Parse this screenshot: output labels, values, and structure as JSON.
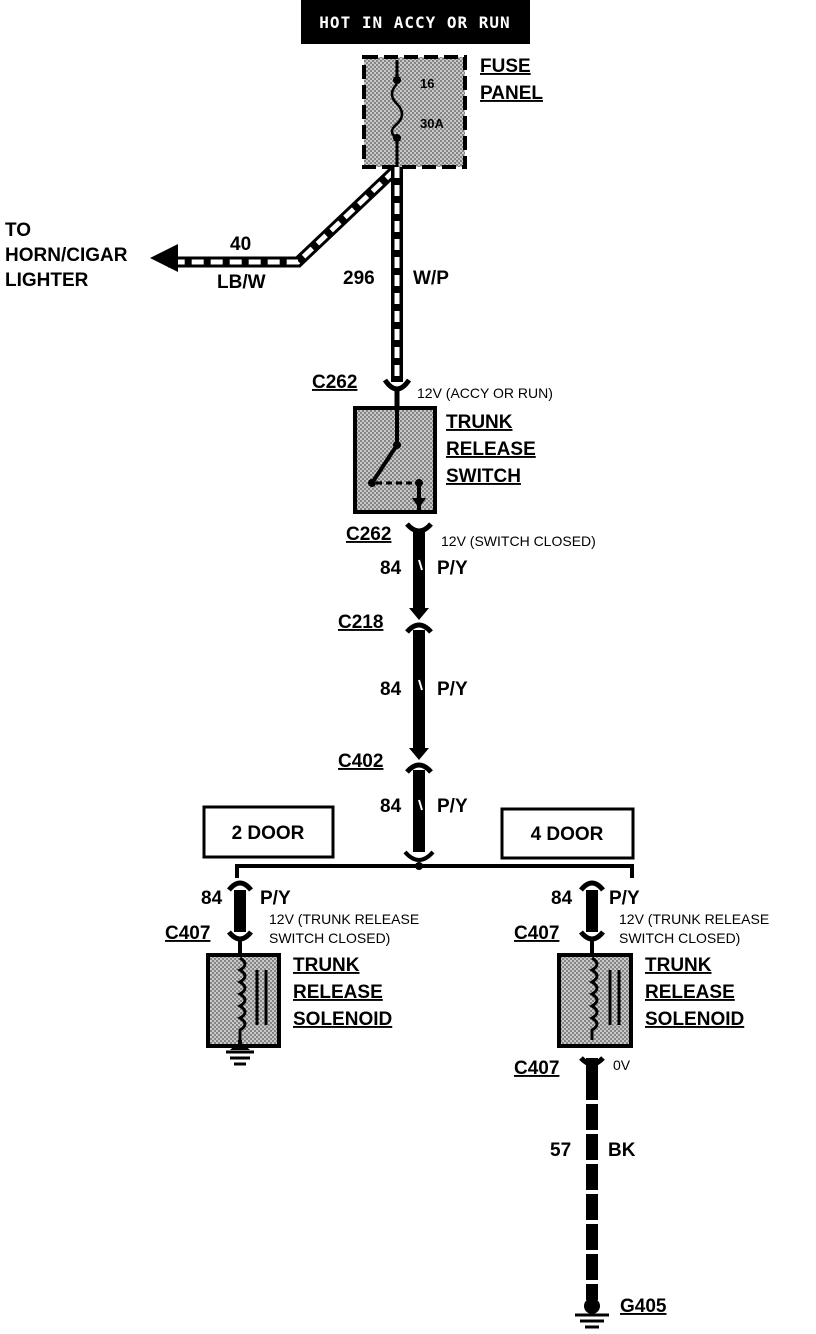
{
  "header": {
    "power_label": "HOT IN ACCY OR RUN"
  },
  "fuse_panel": {
    "name_line1": "FUSE",
    "name_line2": "PANEL",
    "fuse_number": "16",
    "fuse_rating": "30A"
  },
  "horn_branch": {
    "to_line1": "TO",
    "to_line2": "HORN/CIGAR",
    "to_line3": "LIGHTER",
    "circuit": "40",
    "color": "LB/W"
  },
  "main_feed": {
    "circuit": "296",
    "color": "W/P"
  },
  "trunk_switch": {
    "connector_top": "C262",
    "voltage_top": "12V (ACCY OR RUN)",
    "name_line1": "TRUNK",
    "name_line2": "RELEASE",
    "name_line3": "SWITCH",
    "connector_bottom": "C262",
    "voltage_bottom": "12V (SWITCH CLOSED)"
  },
  "segments": [
    {
      "circuit": "84",
      "color": "P/Y"
    },
    {
      "circuit": "84",
      "color": "P/Y"
    },
    {
      "circuit": "84",
      "color": "P/Y"
    }
  ],
  "connectors": {
    "c218": "C218",
    "c402": "C402"
  },
  "variants": {
    "two_door": "2 DOOR",
    "four_door": "4 DOOR"
  },
  "left_solenoid": {
    "circuit": "84",
    "color": "P/Y",
    "connector": "C407",
    "voltage_line1": "12V (TRUNK RELEASE",
    "voltage_line2": "SWITCH CLOSED)",
    "name_line1": "TRUNK",
    "name_line2": "RELEASE",
    "name_line3": "SOLENOID"
  },
  "right_solenoid": {
    "circuit": "84",
    "color": "P/Y",
    "connector": "C407",
    "voltage_line1": "12V (TRUNK RELEASE",
    "voltage_line2": "SWITCH CLOSED)",
    "name_line1": "TRUNK",
    "name_line2": "RELEASE",
    "name_line3": "SOLENOID",
    "ground_connector": "C407",
    "ground_voltage": "0V",
    "ground_circuit": "57",
    "ground_color": "BK",
    "ground_point": "G405"
  }
}
